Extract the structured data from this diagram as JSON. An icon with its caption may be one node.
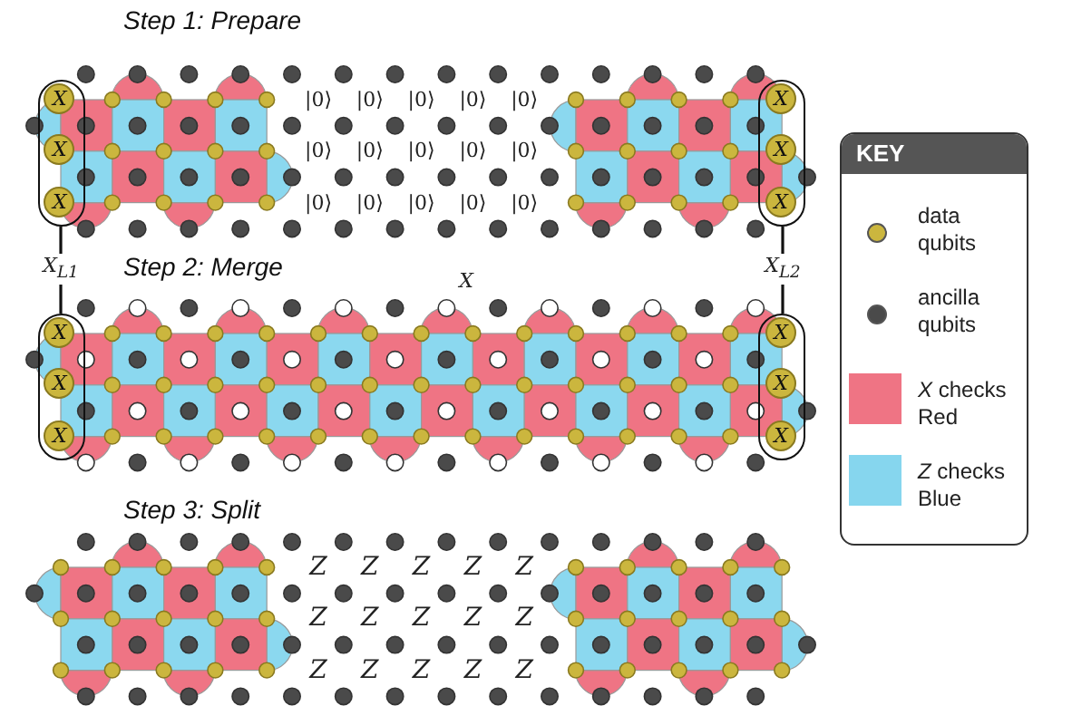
{
  "diagram": {
    "nodes": [
      {
        "text": [],
        "shape": "ellipse"
      },
      {
        "text": [
          "X"
        ],
        "in": 0
      },
      {
        "text": [
          "X"
        ],
        "in": 0
      },
      {
        "text": [
          "X"
        ],
        "in": 0
      },
      {
        "text": [],
        "shape": "ellipse"
      },
      {
        "text": [
          "X"
        ],
        "in": 4
      },
      {
        "text": [
          "X"
        ],
        "in": 4
      },
      {
        "text": [
          "X"
        ],
        "in": 4
      },
      {
        "text": [
          "X$_{L1}$"
        ]
      },
      {
        "text": [
          "X$_{L2}$"
        ]
      },
      {
        "text": [],
        "shape": "ellipse"
      },
      {
        "text": [
          "X"
        ],
        "in": 10
      },
      {
        "text": [
          "X"
        ],
        "in": 10
      },
      {
        "text": [
          "X"
        ],
        "in": 10
      },
      {
        "text": [],
        "shape": "ellipse"
      },
      {
        "text": [
          "X"
        ],
        "in": 14
      },
      {
        "text": [
          "X"
        ],
        "in": 14
      },
      {
        "text": [
          "X"
        ],
        "in": 14
      }
    ],
    "edges": [
      {
        "from": 8,
        "to": 0,
        "arrow": "none"
      },
      {
        "from": 8,
        "to": 10,
        "arrow": "none"
      },
      {
        "from": 9,
        "to": 4,
        "arrow": "none"
      },
      {
        "from": 9,
        "to": 14,
        "arrow": "none"
      }
    ],
    "labels": [
      "Step 1: Prepare",
      "|0⟩",
      "|0⟩",
      "|0⟩",
      "|0⟩",
      "|0⟩",
      "|0⟩",
      "|0⟩",
      "|0⟩",
      "|0⟩",
      "|0⟩",
      "|0⟩",
      "|0⟩",
      "|0⟩",
      "|0⟩",
      "|0⟩",
      "Step 2: Merge",
      "X",
      "Step 3: Split",
      "Z",
      "Z",
      "Z",
      "Z",
      "Z",
      "Z",
      "Z",
      "Z",
      "Z",
      "Z",
      "Z",
      "Z",
      "Z",
      "Z",
      "Z",
      "KEY"
    ],
    "legend": [
      {
        "text": "data qubits"
      },
      {
        "text": "ancilla qubits"
      },
      {
        "text": "*X* checks Red",
        "color": "#ef7484"
      },
      {
        "text": "*Z* checks Blue",
        "color": "#86d6ee"
      }
    ]
  }
}
